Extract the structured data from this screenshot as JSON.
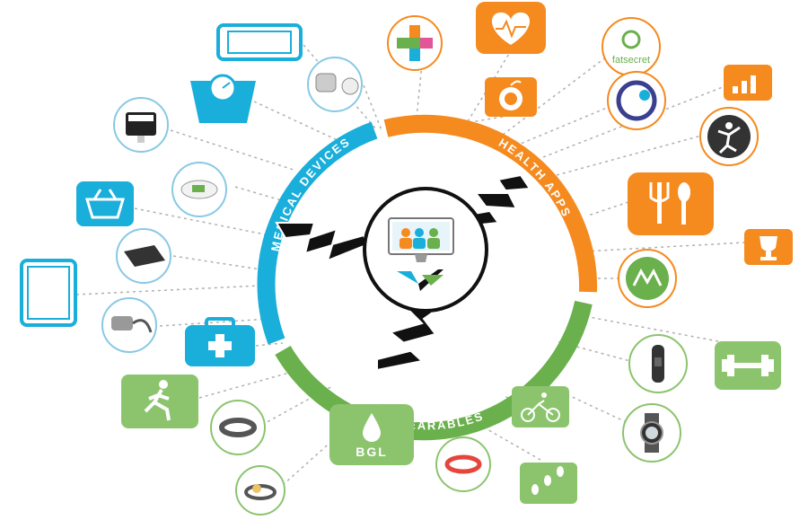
{
  "segments": {
    "medical_devices": {
      "label": "MEDICAL DEVICES",
      "color": "#1aaedb"
    },
    "health_apps": {
      "label": "HEALTH APPS",
      "color": "#f58a1f"
    },
    "wearables": {
      "label": "WEARABLES",
      "color": "#6ab04c"
    }
  },
  "center": {
    "icon": "monitor-with-care-team-icon",
    "logo": "checkmark-logo-icon"
  },
  "icons": {
    "medical_devices": [
      "smartphone-icon",
      "bathroom-scale-icon",
      "pulse-oximeter-icon",
      "glucometer-icon",
      "fingertip-oximeter-icon",
      "medical-kit-basket-icon",
      "weight-scale-icon",
      "tablet-icon",
      "blood-pressure-monitor-icon",
      "first-aid-kit-icon"
    ],
    "health_apps": [
      "health-cross-icon",
      "heart-rate-icon",
      "fatsecret-icon",
      "apple-nutrition-icon",
      "bar-chart-icon",
      "ring-app-icon",
      "exercise-person-icon",
      "fork-spoon-icon",
      "trophy-icon",
      "activity-zigzag-icon"
    ],
    "wearables": [
      "running-person-icon",
      "fitness-band-icon",
      "blood-glucose-drop-icon",
      "bracelet-icon",
      "clip-tracker-icon",
      "cycling-icon",
      "footsteps-icon",
      "smartwatch-icon",
      "wristband-icon",
      "dumbbell-icon"
    ]
  },
  "labels": {
    "fatsecret": "fatsecret",
    "bgl": "BGL"
  },
  "colors": {
    "blue": "#1aaedb",
    "orange": "#f58a1f",
    "green": "#6ab04c",
    "light_green": "#8cc46e",
    "dark": "#222222"
  }
}
